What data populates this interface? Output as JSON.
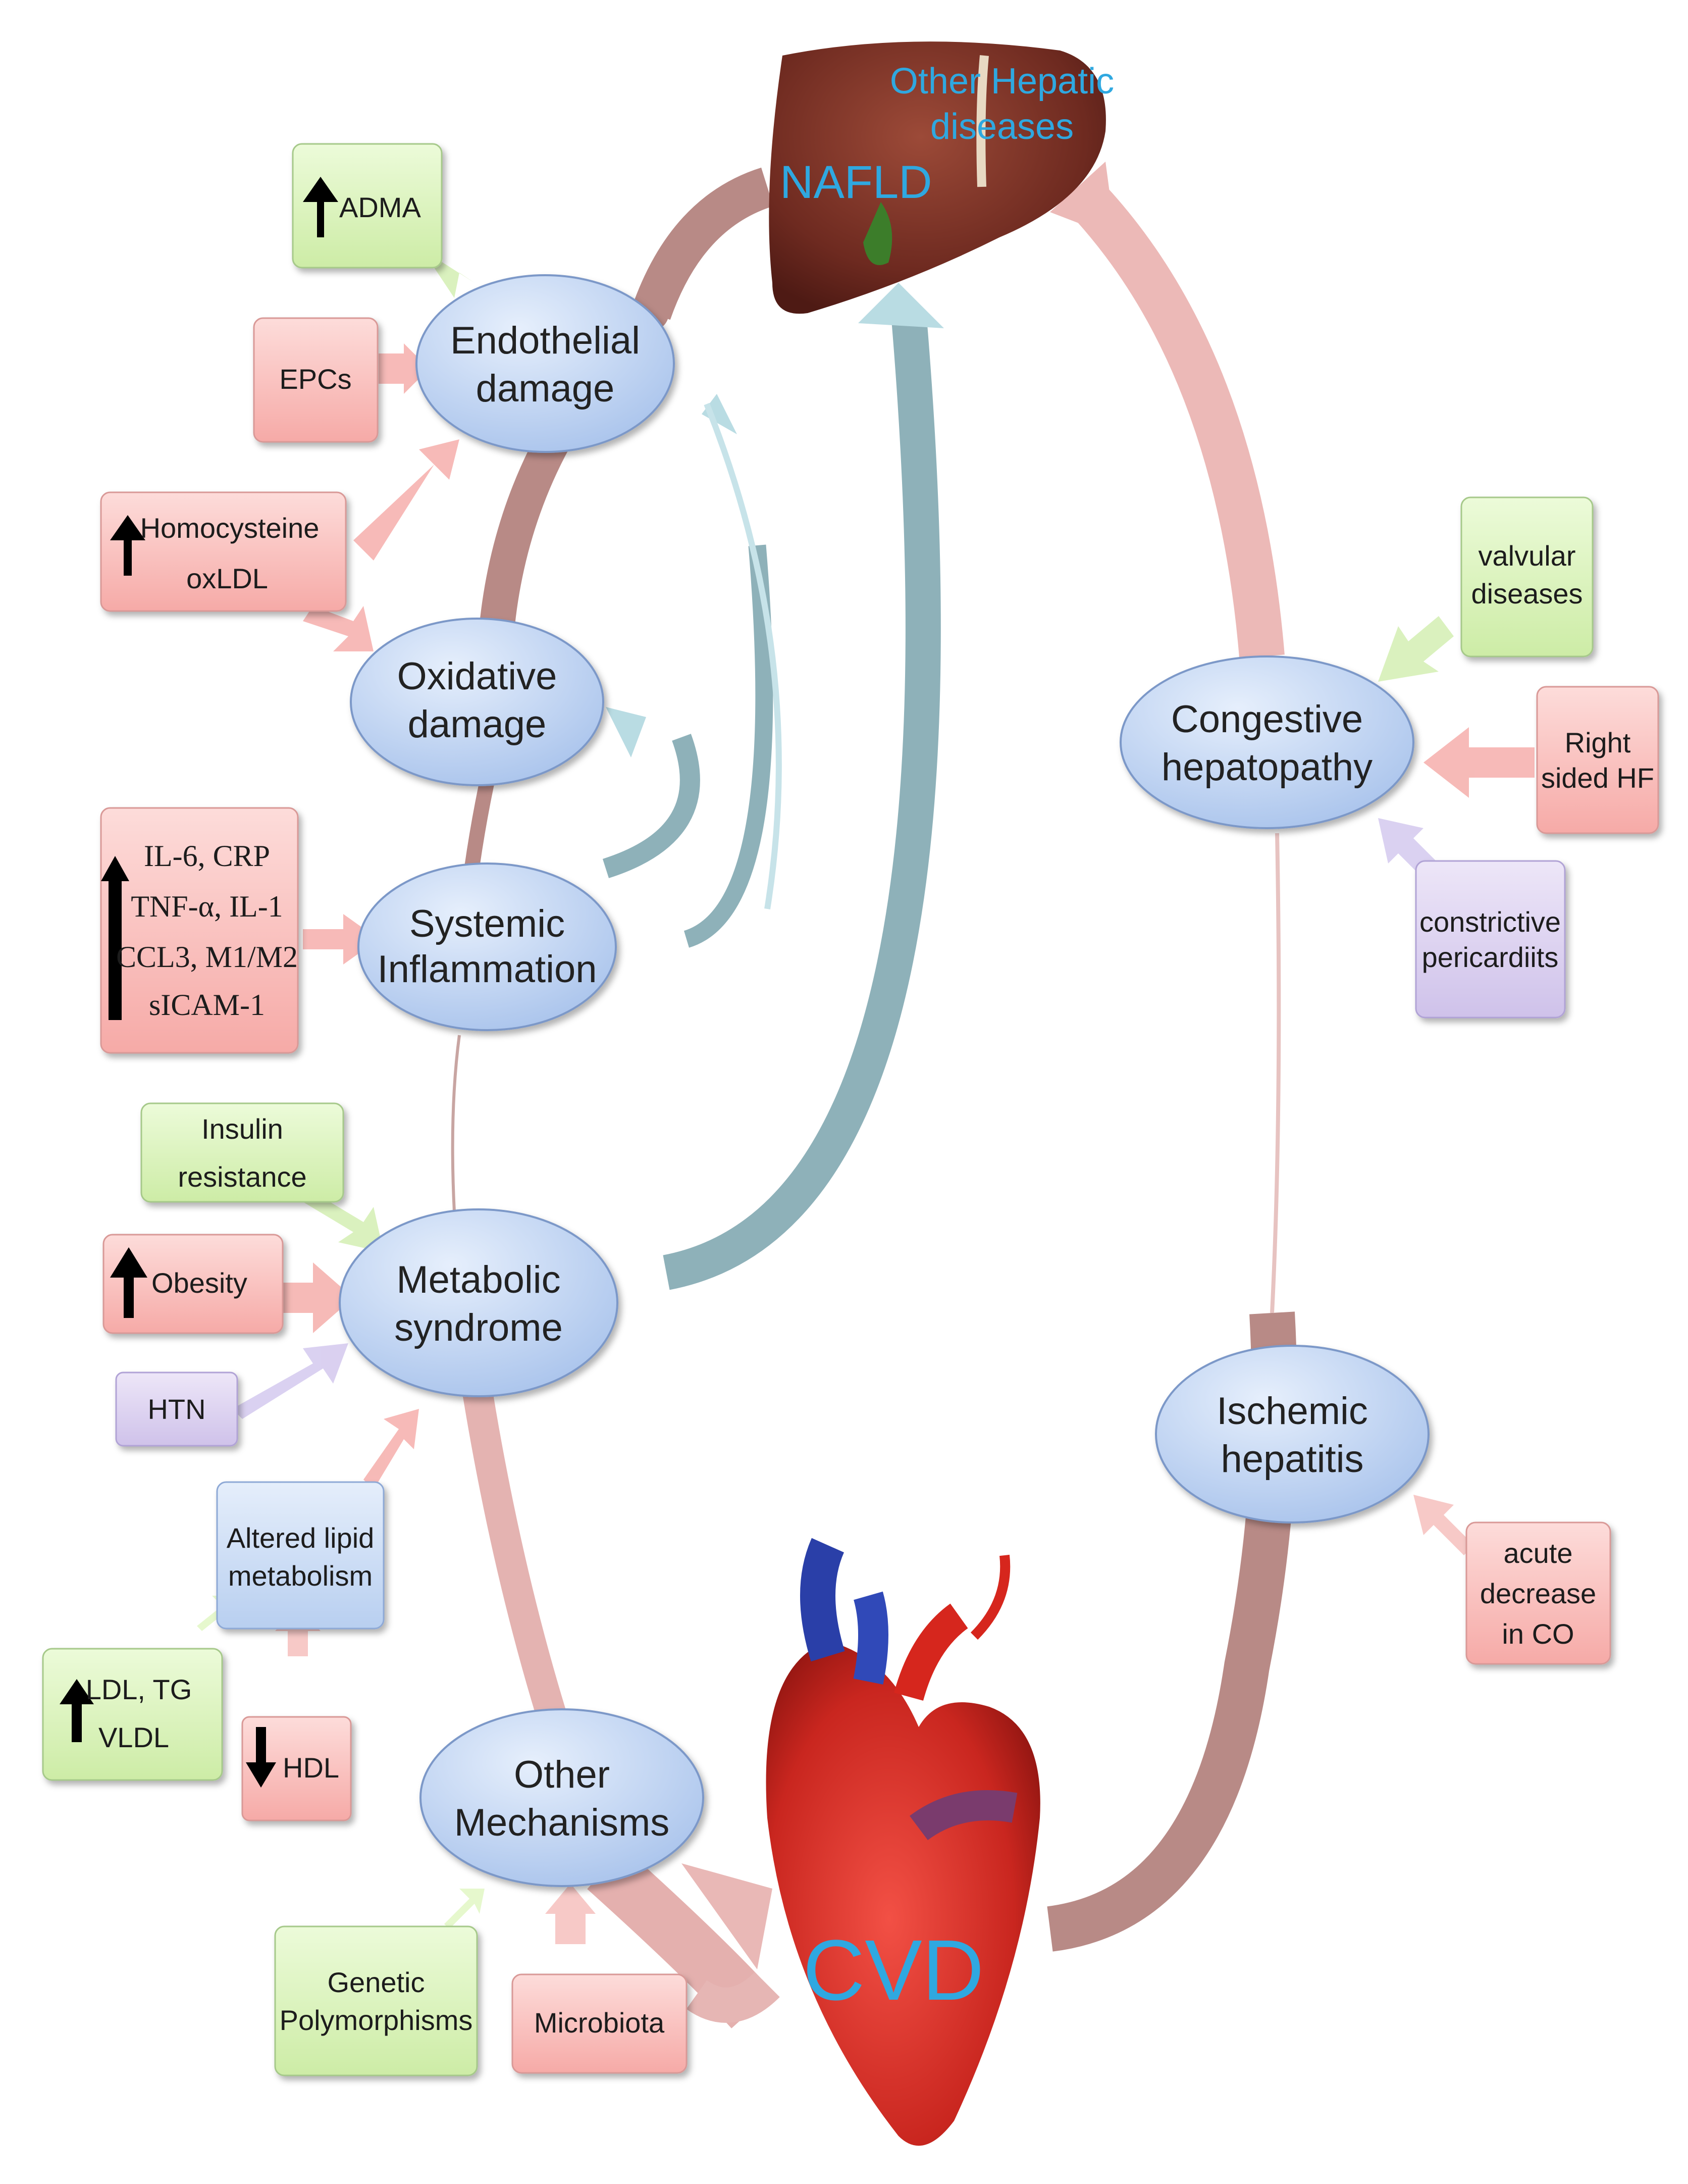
{
  "organ_labels": {
    "nafld": "NAFLD",
    "other_hepatic_line1": "Other Hepatic",
    "other_hepatic_line2": "diseases",
    "cvd": "CVD"
  },
  "nodes": {
    "endothelial": [
      "Endothelial",
      "damage"
    ],
    "oxidative": [
      "Oxidative",
      "damage"
    ],
    "systemic": [
      "Systemic",
      "Inflammation"
    ],
    "metabolic": [
      "Metabolic",
      "syndrome"
    ],
    "other_mech": [
      "Other",
      "Mechanisms"
    ],
    "congestive": [
      "Congestive",
      "hepatopathy"
    ],
    "ischemic": [
      "Ischemic",
      "hepatitis"
    ]
  },
  "boxes": {
    "adma": "ADMA",
    "epcs": "EPCs",
    "homocysteine": "Homocysteine",
    "oxldl": "oxLDL",
    "inflam": [
      "IL-6, CRP",
      "TNF-α, IL-1",
      "CCL3, M1/M2",
      "sICAM-1"
    ],
    "insulin": [
      "Insulin",
      "resistance"
    ],
    "obesity": "Obesity",
    "htn": "HTN",
    "lipid": [
      "Altered lipid",
      "metabolism"
    ],
    "ldl": [
      "LDL, TG",
      "VLDL"
    ],
    "hdl": "HDL",
    "genetic": [
      "Genetic",
      "Polymorphisms"
    ],
    "microbiota": "Microbiota",
    "valvular": [
      "valvular",
      "diseases"
    ],
    "right_hf": [
      "Right",
      "sided HF"
    ],
    "constrictive": [
      "constrictive",
      "pericardiits"
    ],
    "acute": [
      "acute",
      "decrease",
      "in CO"
    ]
  },
  "colors": {
    "node_fill": "#c5d9f5",
    "green_box": "#dcf5bf",
    "red_box": "#fbc8c5",
    "purple_box": "#ddd3ef",
    "blue_box": "#cddff5",
    "brown_arc": "#b88a86",
    "pink_arrow": "#f4b5b5",
    "teal_arrow": "#8eb1b9",
    "light_teal": "#b9dce3",
    "label_blue": "#2fa8e0"
  }
}
